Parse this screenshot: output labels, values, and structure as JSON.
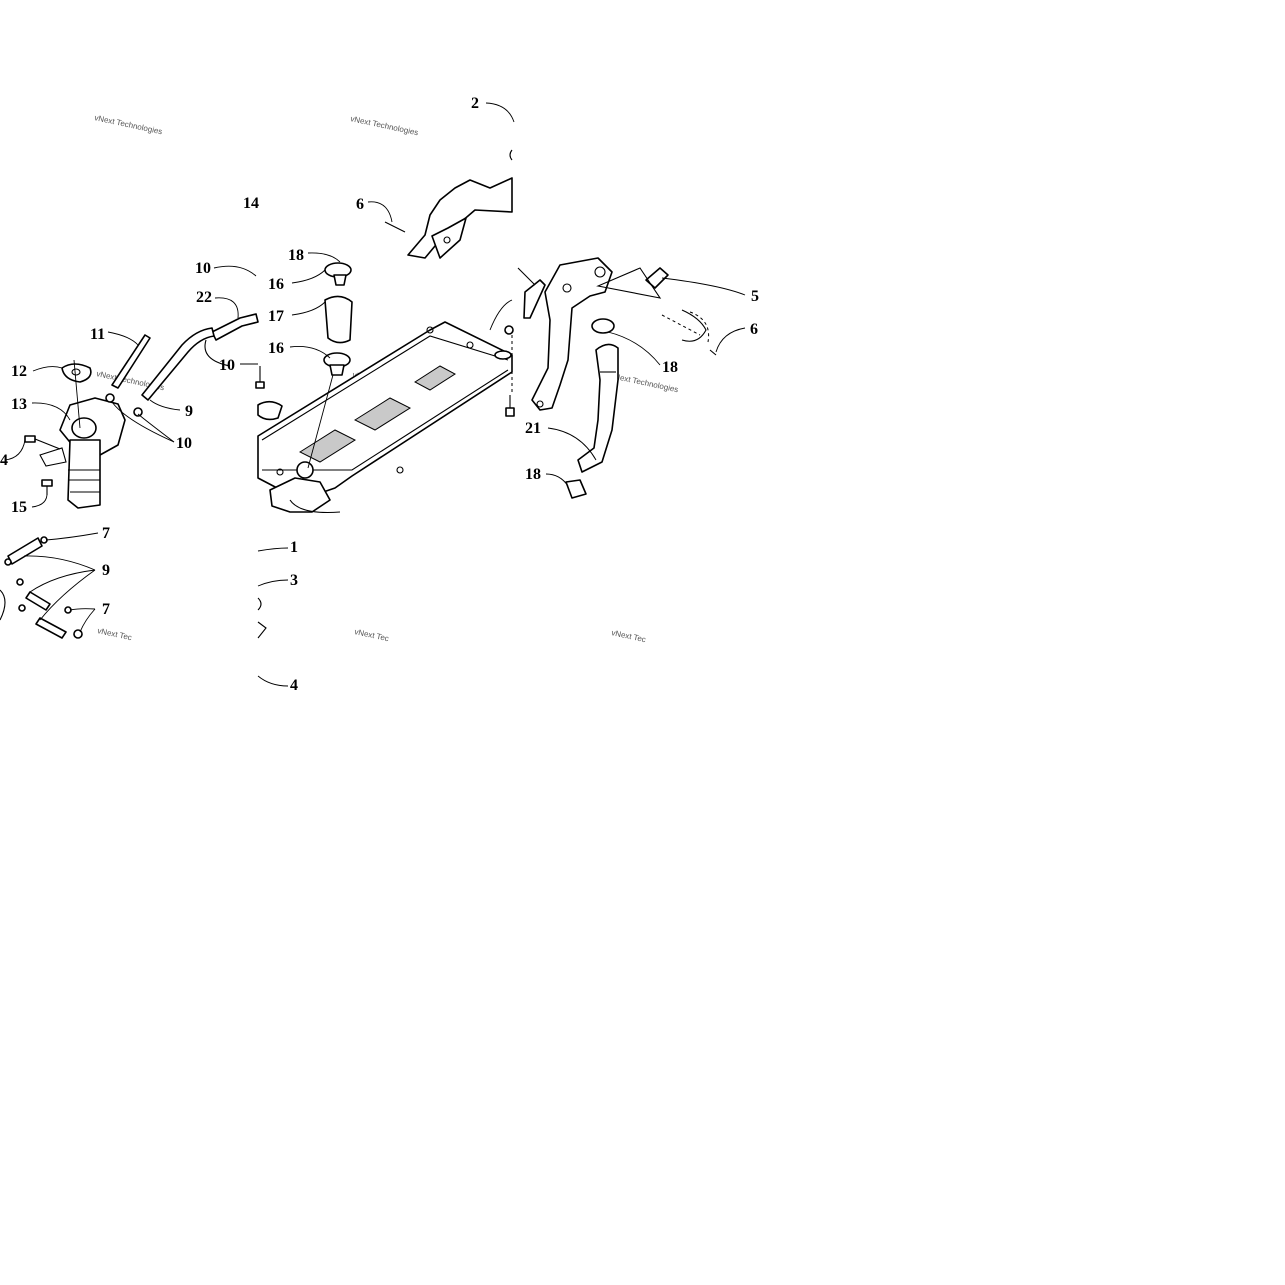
{
  "diagram": {
    "callouts": [
      {
        "id": "c2",
        "label": "2"
      },
      {
        "id": "c14a",
        "label": "14"
      },
      {
        "id": "c6a",
        "label": "6"
      },
      {
        "id": "c18a",
        "label": "18"
      },
      {
        "id": "c10a",
        "label": "10"
      },
      {
        "id": "c16a",
        "label": "16"
      },
      {
        "id": "c22",
        "label": "22"
      },
      {
        "id": "c17",
        "label": "17"
      },
      {
        "id": "c11",
        "label": "11"
      },
      {
        "id": "c16b",
        "label": "16"
      },
      {
        "id": "c12",
        "label": "12"
      },
      {
        "id": "c10b",
        "label": "10"
      },
      {
        "id": "c13",
        "label": "13"
      },
      {
        "id": "c9a",
        "label": "9"
      },
      {
        "id": "c10c",
        "label": "10"
      },
      {
        "id": "c14b",
        "label": "4"
      },
      {
        "id": "c15",
        "label": "15"
      },
      {
        "id": "c5",
        "label": "5"
      },
      {
        "id": "c6b",
        "label": "6"
      },
      {
        "id": "c18b",
        "label": "18"
      },
      {
        "id": "c21",
        "label": "21"
      },
      {
        "id": "c18c",
        "label": "18"
      },
      {
        "id": "c7a",
        "label": "7"
      },
      {
        "id": "c1",
        "label": "1"
      },
      {
        "id": "c9b",
        "label": "9"
      },
      {
        "id": "c3",
        "label": "3"
      },
      {
        "id": "c7b",
        "label": "7"
      },
      {
        "id": "c4",
        "label": "4"
      }
    ],
    "watermark_text": "vNext Technologies",
    "watermark_text_cut": "vNext Tec"
  }
}
